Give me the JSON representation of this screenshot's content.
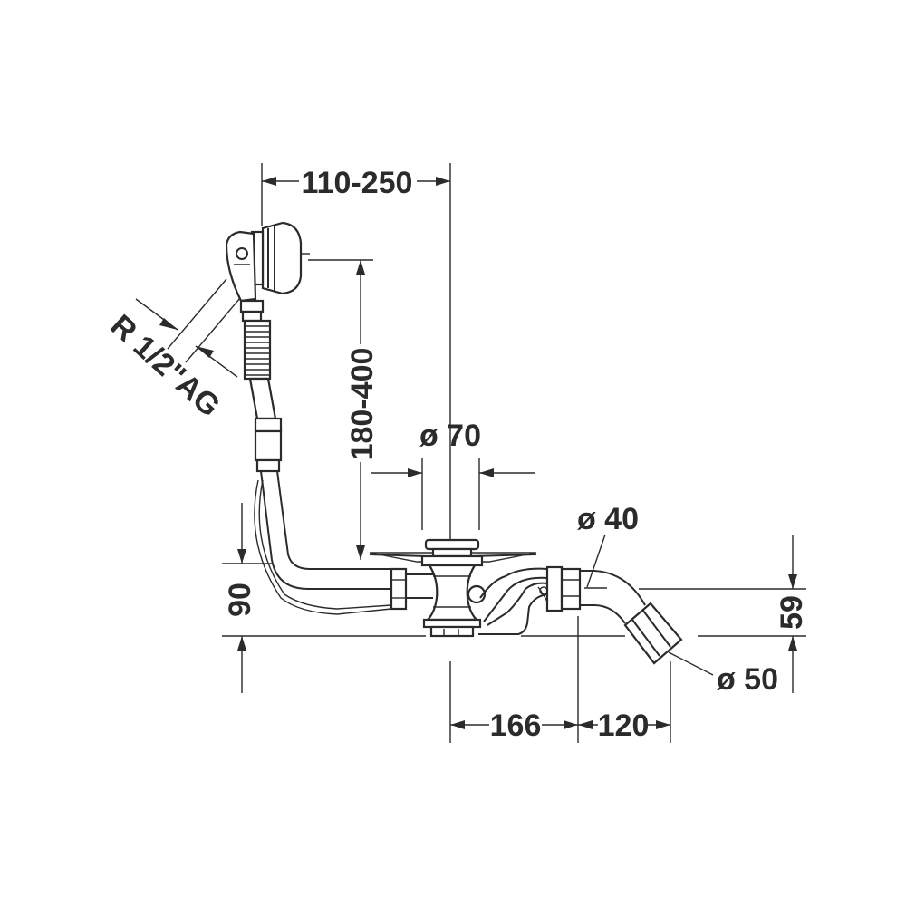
{
  "dimensions": {
    "overflow_offset": "110-250",
    "overflow_height": "180-400",
    "thread_size": "R 1/2\"AG",
    "drain_diameter": "ø 70",
    "pipe_diameter": "ø 40",
    "outlet_diameter": "ø 50",
    "total_height": "90",
    "outlet_height": "59",
    "drain_to_trap": "166",
    "trap_to_outlet": "120"
  },
  "colors": {
    "line": "#2b2b2b",
    "background": "#ffffff"
  }
}
